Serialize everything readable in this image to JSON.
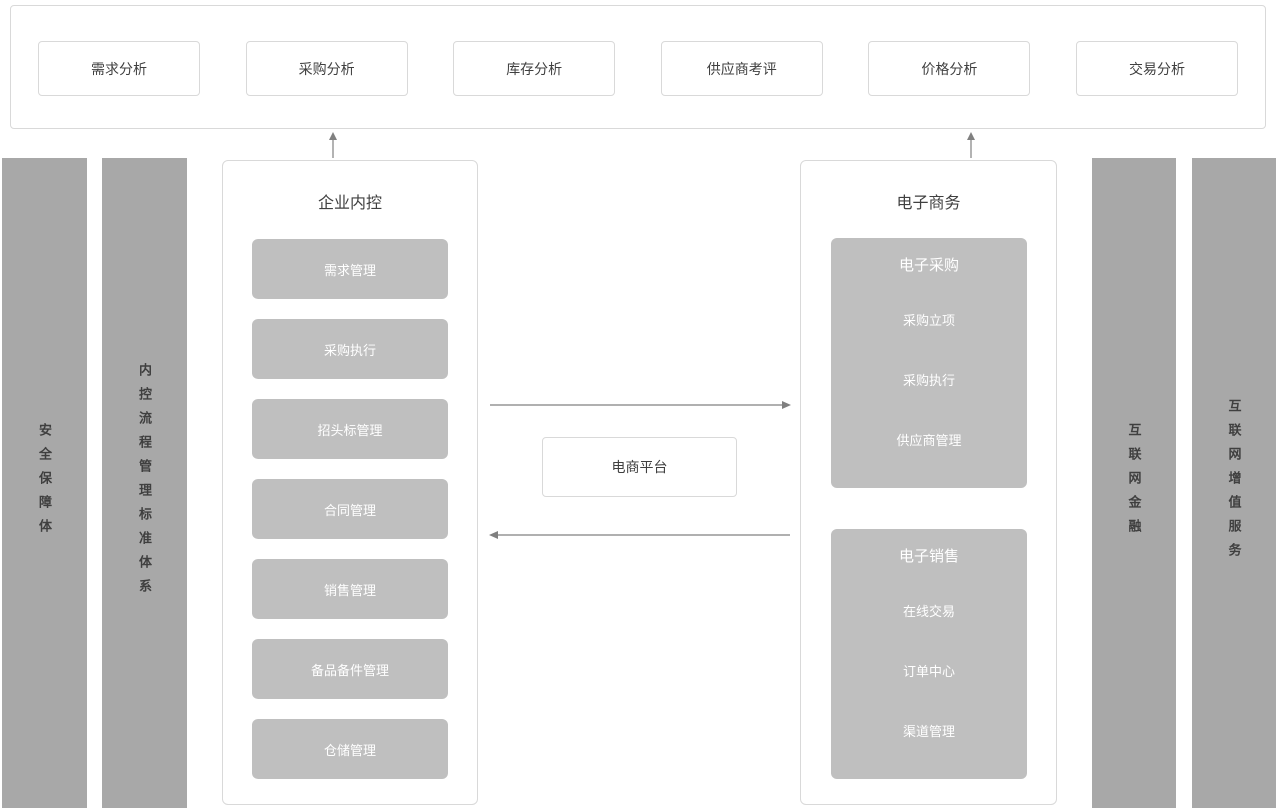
{
  "top_panel": {
    "items": [
      {
        "label": "需求分析"
      },
      {
        "label": "采购分析"
      },
      {
        "label": "库存分析"
      },
      {
        "label": "供应商考评"
      },
      {
        "label": "价格分析"
      },
      {
        "label": "交易分析"
      }
    ]
  },
  "left_bars": [
    {
      "label": "安全保障体"
    },
    {
      "label": "内控流程管理标准体系"
    }
  ],
  "internal_control": {
    "title": "企业内控",
    "items": [
      {
        "label": "需求管理"
      },
      {
        "label": "采购执行"
      },
      {
        "label": "招头标管理"
      },
      {
        "label": "合同管理"
      },
      {
        "label": "销售管理"
      },
      {
        "label": "备品备件管理"
      },
      {
        "label": "仓储管理"
      }
    ]
  },
  "platform": {
    "label": "电商平台"
  },
  "ecommerce": {
    "title": "电子商务",
    "groups": [
      {
        "title": "电子采购",
        "items": [
          {
            "label": "采购立项"
          },
          {
            "label": "采购执行"
          },
          {
            "label": "供应商管理"
          }
        ]
      },
      {
        "title": "电子销售",
        "items": [
          {
            "label": "在线交易"
          },
          {
            "label": "订单中心"
          },
          {
            "label": "渠道管理"
          }
        ]
      }
    ]
  },
  "right_bars": [
    {
      "label": "互联网金融"
    },
    {
      "label": "互联网增值服务"
    }
  ],
  "colors": {
    "pillar_gray": "#a8a8a8",
    "node_gray": "#bfbfbf",
    "border_gray": "#d9d9d9",
    "text_dark": "#404040",
    "arrow_gray": "#808080"
  }
}
